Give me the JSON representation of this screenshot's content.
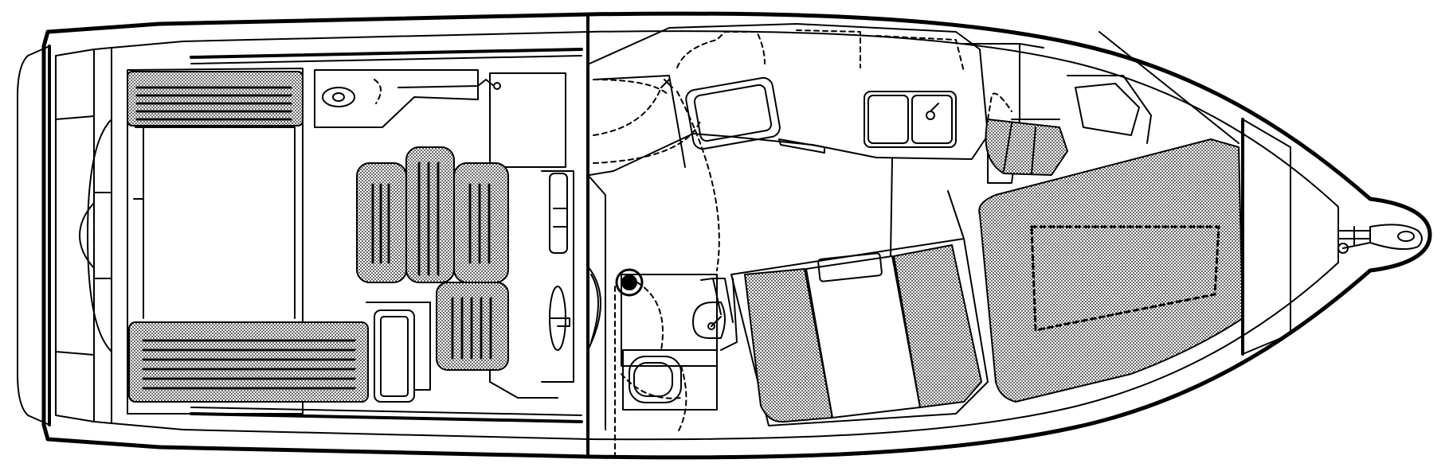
{
  "diagram": {
    "kind": "boat-floor-plan",
    "colors": {
      "line": "#000000",
      "fill": "#ffffff",
      "upholstery": "#bdbdbd"
    },
    "areas": [
      "swim-platform",
      "cockpit",
      "aft-seating",
      "helm-seats",
      "companionway",
      "galley",
      "dinette",
      "head",
      "mid-berth",
      "v-berth",
      "anchor-locker",
      "bow-cleat"
    ]
  }
}
